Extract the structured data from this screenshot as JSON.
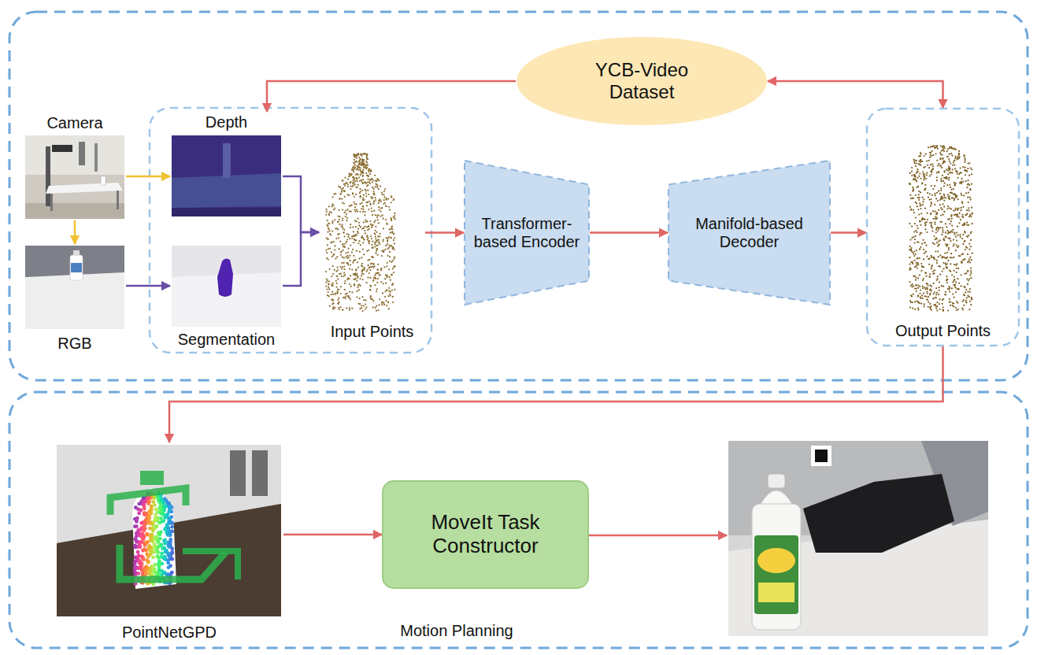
{
  "diagram": {
    "nodes": [
      {
        "text": [
          "YCB-Video Dataset"
        ]
      },
      {
        "text": [
          "Camera"
        ]
      },
      {
        "text": [
          "RGB"
        ]
      },
      {
        "text": [
          "Depth"
        ]
      },
      {
        "text": [
          "Segmentation"
        ]
      },
      {
        "text": [
          "Input Points"
        ]
      },
      {
        "text": [
          "Transformer-based Encoder"
        ]
      },
      {
        "text": [
          "Manifold-based Decoder"
        ]
      },
      {
        "text": [
          "Output Points"
        ]
      },
      {
        "text": [
          "PointNetGPD"
        ]
      },
      {
        "text": [
          "MoveIt Task Constructor"
        ]
      }
    ],
    "edges": [
      {
        "from": 0,
        "to": 3,
        "arrow": "to"
      },
      {
        "from": 0,
        "to": 8,
        "arrow": "both"
      },
      {
        "from": 1,
        "to": 3,
        "arrow": "to"
      },
      {
        "from": 1,
        "to": 2,
        "arrow": "to"
      },
      {
        "from": 2,
        "to": 4,
        "arrow": "to"
      },
      {
        "from": 3,
        "to": 5,
        "arrow": "to"
      },
      {
        "from": 4,
        "to": 5,
        "arrow": "to"
      },
      {
        "from": 5,
        "to": 6,
        "arrow": "to"
      },
      {
        "from": 6,
        "to": 7,
        "arrow": "to"
      },
      {
        "from": 7,
        "to": 8,
        "arrow": "to"
      },
      {
        "from": 8,
        "to": 9,
        "arrow": "to"
      },
      {
        "from": 9,
        "to": 10,
        "arrow": "to"
      }
    ],
    "labels": [
      "Motion Planning"
    ]
  }
}
